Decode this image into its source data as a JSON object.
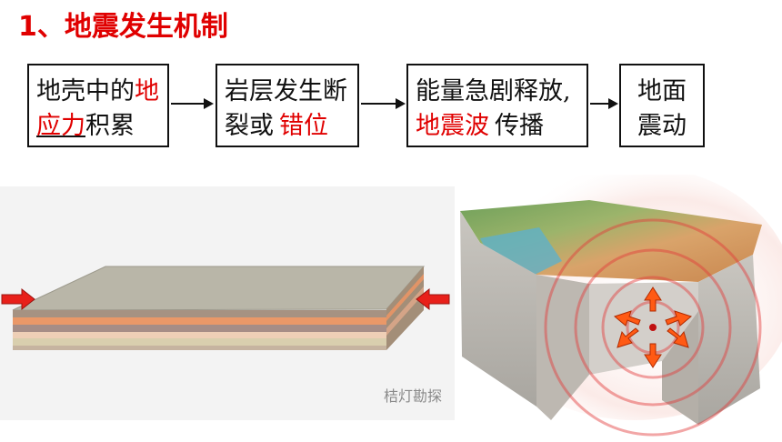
{
  "title": "1、地震发生机制",
  "flow": {
    "box1": {
      "line1_a": "地壳中的",
      "line1_b": "地",
      "line2_a": "应力",
      "line2_b": "积累"
    },
    "box2": {
      "line1": "岩层发生断",
      "line2_a": "裂或",
      "line2_b": "错位"
    },
    "box3": {
      "line1": "能量急剧释放,",
      "line2_a": "地震波",
      "line2_b": "传播"
    },
    "box4": {
      "line1": "地面",
      "line2": "震动"
    }
  },
  "left_image": {
    "watermark": "桔灯勘探"
  },
  "colors": {
    "accent_red": "#e00000"
  },
  "icons": [
    "arrow-right-icon",
    "pressure-arrow-icon",
    "shockwave-arrow-icon"
  ]
}
